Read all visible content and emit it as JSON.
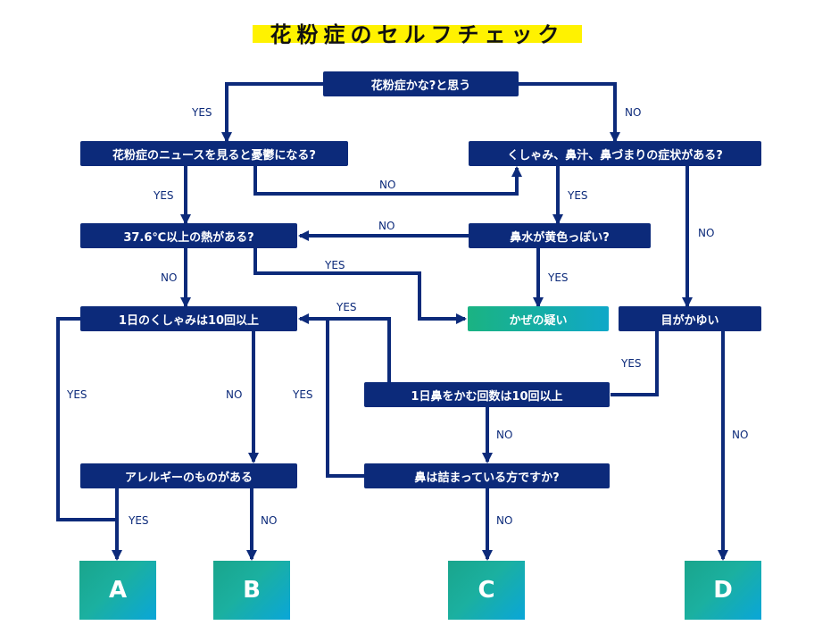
{
  "title": "花粉症のセルフチェック",
  "nodes": {
    "start": "花粉症かな?と思う",
    "news": "花粉症のニュースを見ると憂鬱になる?",
    "symptoms": "くしゃみ、鼻汁、鼻づまりの症状がある?",
    "fever": "37.6℃以上の熱がある?",
    "yellow": "鼻水が黄色っぽい?",
    "cold": "かぜの疑い",
    "sneeze": "1日のくしゃみは10回以上",
    "itchy": "目がかゆい",
    "blow": "1日鼻をかむ回数は10回以上",
    "allergy": "アレルギーのものがある",
    "stuffy": "鼻は詰まっている方ですか?"
  },
  "outcomes": {
    "a": "A",
    "b": "B",
    "c": "C",
    "d": "D"
  },
  "labels": {
    "yes": "YES",
    "no": "NO"
  },
  "colors": {
    "node": "#0c2a7a",
    "arrow": "#0c2a7a",
    "title_highlight": "#fff200",
    "outcome_gradient": [
      "#1aa58c",
      "#0aa6d8"
    ]
  }
}
